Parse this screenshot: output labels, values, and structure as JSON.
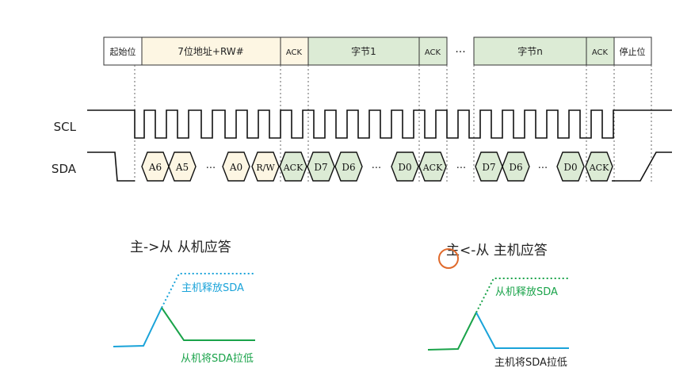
{
  "frame": {
    "fields": [
      {
        "label": "起始位",
        "fill": "#ffffff"
      },
      {
        "label": "7位地址+RW#",
        "fill": "#fdf6e3"
      },
      {
        "label": "ACK",
        "fill": "#fdf6e3"
      },
      {
        "label": "字节1",
        "fill": "#dcebd5"
      },
      {
        "label": "ACK",
        "fill": "#dcebd5"
      },
      {
        "label": "字节n",
        "fill": "#dcebd5"
      },
      {
        "label": "ACK",
        "fill": "#dcebd5"
      },
      {
        "label": "停止位",
        "fill": "#ffffff"
      }
    ],
    "gap_label": "···"
  },
  "timing": {
    "scl_label": "SCL",
    "sda_label": "SDA",
    "ellipsis": "···",
    "bits": [
      {
        "label": "A6",
        "fill": "#fdf6e3"
      },
      {
        "label": "A5",
        "fill": "#fdf6e3"
      },
      {
        "label": "A0",
        "fill": "#fdf6e3"
      },
      {
        "label": "R/W",
        "fill": "#fdf6e3"
      },
      {
        "label": "ACK",
        "fill": "#dcebd5"
      },
      {
        "label": "D7",
        "fill": "#dcebd5"
      },
      {
        "label": "D6",
        "fill": "#dcebd5"
      },
      {
        "label": "D0",
        "fill": "#dcebd5"
      },
      {
        "label": "ACK",
        "fill": "#dcebd5"
      },
      {
        "label": "D7",
        "fill": "#dcebd5"
      },
      {
        "label": "D6",
        "fill": "#dcebd5"
      },
      {
        "label": "D0",
        "fill": "#dcebd5"
      },
      {
        "label": "ACK",
        "fill": "#dcebd5"
      }
    ]
  },
  "ack_left": {
    "title": "主->从 从机应答",
    "release_label": "主机释放SDA",
    "pull_label": "从机将SDA拉低",
    "release_color": "#1aa3d9",
    "pull_color": "#1aa34a"
  },
  "ack_right": {
    "title": "主<-从 主机应答",
    "release_label": "从机释放SDA",
    "pull_label": "主机将SDA拉低",
    "release_color": "#1aa34a",
    "pull_color": "#1aa3d9"
  },
  "cursor_color": "#e06a2c"
}
